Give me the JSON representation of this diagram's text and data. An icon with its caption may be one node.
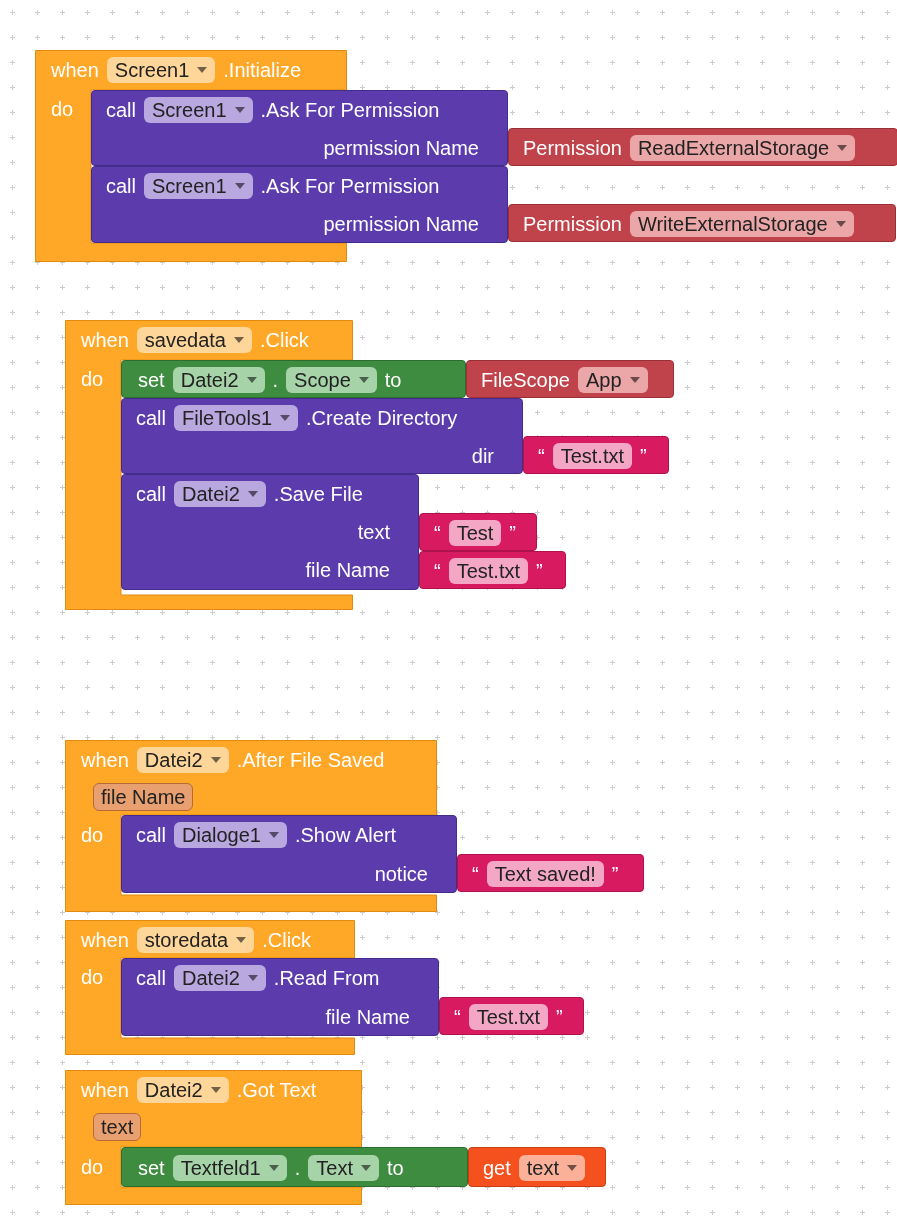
{
  "diagram": {
    "nodes": [
      {
        "text": [
          "when",
          "Screen1",
          ".Initialize",
          "do"
        ]
      },
      {
        "text": [
          "call",
          "Screen1",
          ".Ask For Permission",
          "permission Name"
        ]
      },
      {
        "text": [
          "Permission",
          "ReadExternalStorage"
        ]
      },
      {
        "text": [
          "call",
          "Screen1",
          ".Ask For Permission",
          "permission Name"
        ]
      },
      {
        "text": [
          "Permission",
          "WriteExternalStorage"
        ]
      },
      {
        "text": [
          "when",
          "savedata",
          ".Click",
          "do"
        ]
      },
      {
        "text": [
          "set",
          "Datei2",
          ".",
          "Scope",
          "to"
        ]
      },
      {
        "text": [
          "FileScope",
          "App"
        ]
      },
      {
        "text": [
          "call",
          "FileTools1",
          ".Create Directory",
          "dir"
        ]
      },
      {
        "text": [
          "“",
          "Test.txt",
          "”"
        ]
      },
      {
        "text": [
          "call",
          "Datei2",
          ".Save File",
          "text",
          "file Name"
        ]
      },
      {
        "text": [
          "“",
          "Test",
          "”"
        ]
      },
      {
        "text": [
          "“",
          "Test.txt",
          "”"
        ]
      },
      {
        "text": [
          "when",
          "Datei2",
          ".After File Saved",
          "file Name",
          "do"
        ]
      },
      {
        "text": [
          "call",
          "Dialoge1",
          ".Show Alert",
          "notice"
        ]
      },
      {
        "text": [
          "“",
          "Text saved!",
          "”"
        ]
      },
      {
        "text": [
          "when",
          "storedata",
          ".Click",
          "do"
        ]
      },
      {
        "text": [
          "call",
          "Datei2",
          ".Read From",
          "file Name"
        ]
      },
      {
        "text": [
          "“",
          "Test.txt",
          "”"
        ]
      },
      {
        "text": [
          "when",
          "Datei2",
          ".Got Text",
          "text",
          "do"
        ]
      },
      {
        "text": [
          "set",
          "Textfeld1",
          ".",
          "Text",
          "to"
        ]
      },
      {
        "text": [
          "get",
          "text"
        ]
      }
    ]
  }
}
